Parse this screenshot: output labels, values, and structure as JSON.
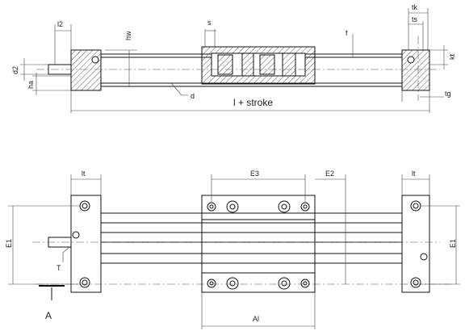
{
  "top_view": {
    "labels": {
      "l2": "l2",
      "hw": "hw",
      "s": "s",
      "f": "f",
      "tk": "tk",
      "ts": "ts",
      "kt": "kt",
      "d2": "d2",
      "ha": "ha",
      "d": "d",
      "l_stroke": "l + stroke",
      "tg": "tg"
    }
  },
  "bottom_view": {
    "labels": {
      "lt_left": "lt",
      "e3": "E3",
      "e2": "E2",
      "lt_right": "lt",
      "e1_left": "E1",
      "e1_right": "E1",
      "t": "T",
      "a": "A",
      "al": "Al"
    }
  },
  "colors": {
    "line": "#111111",
    "hatch": "#333333",
    "dim": "#444444",
    "background": "#ffffff"
  }
}
